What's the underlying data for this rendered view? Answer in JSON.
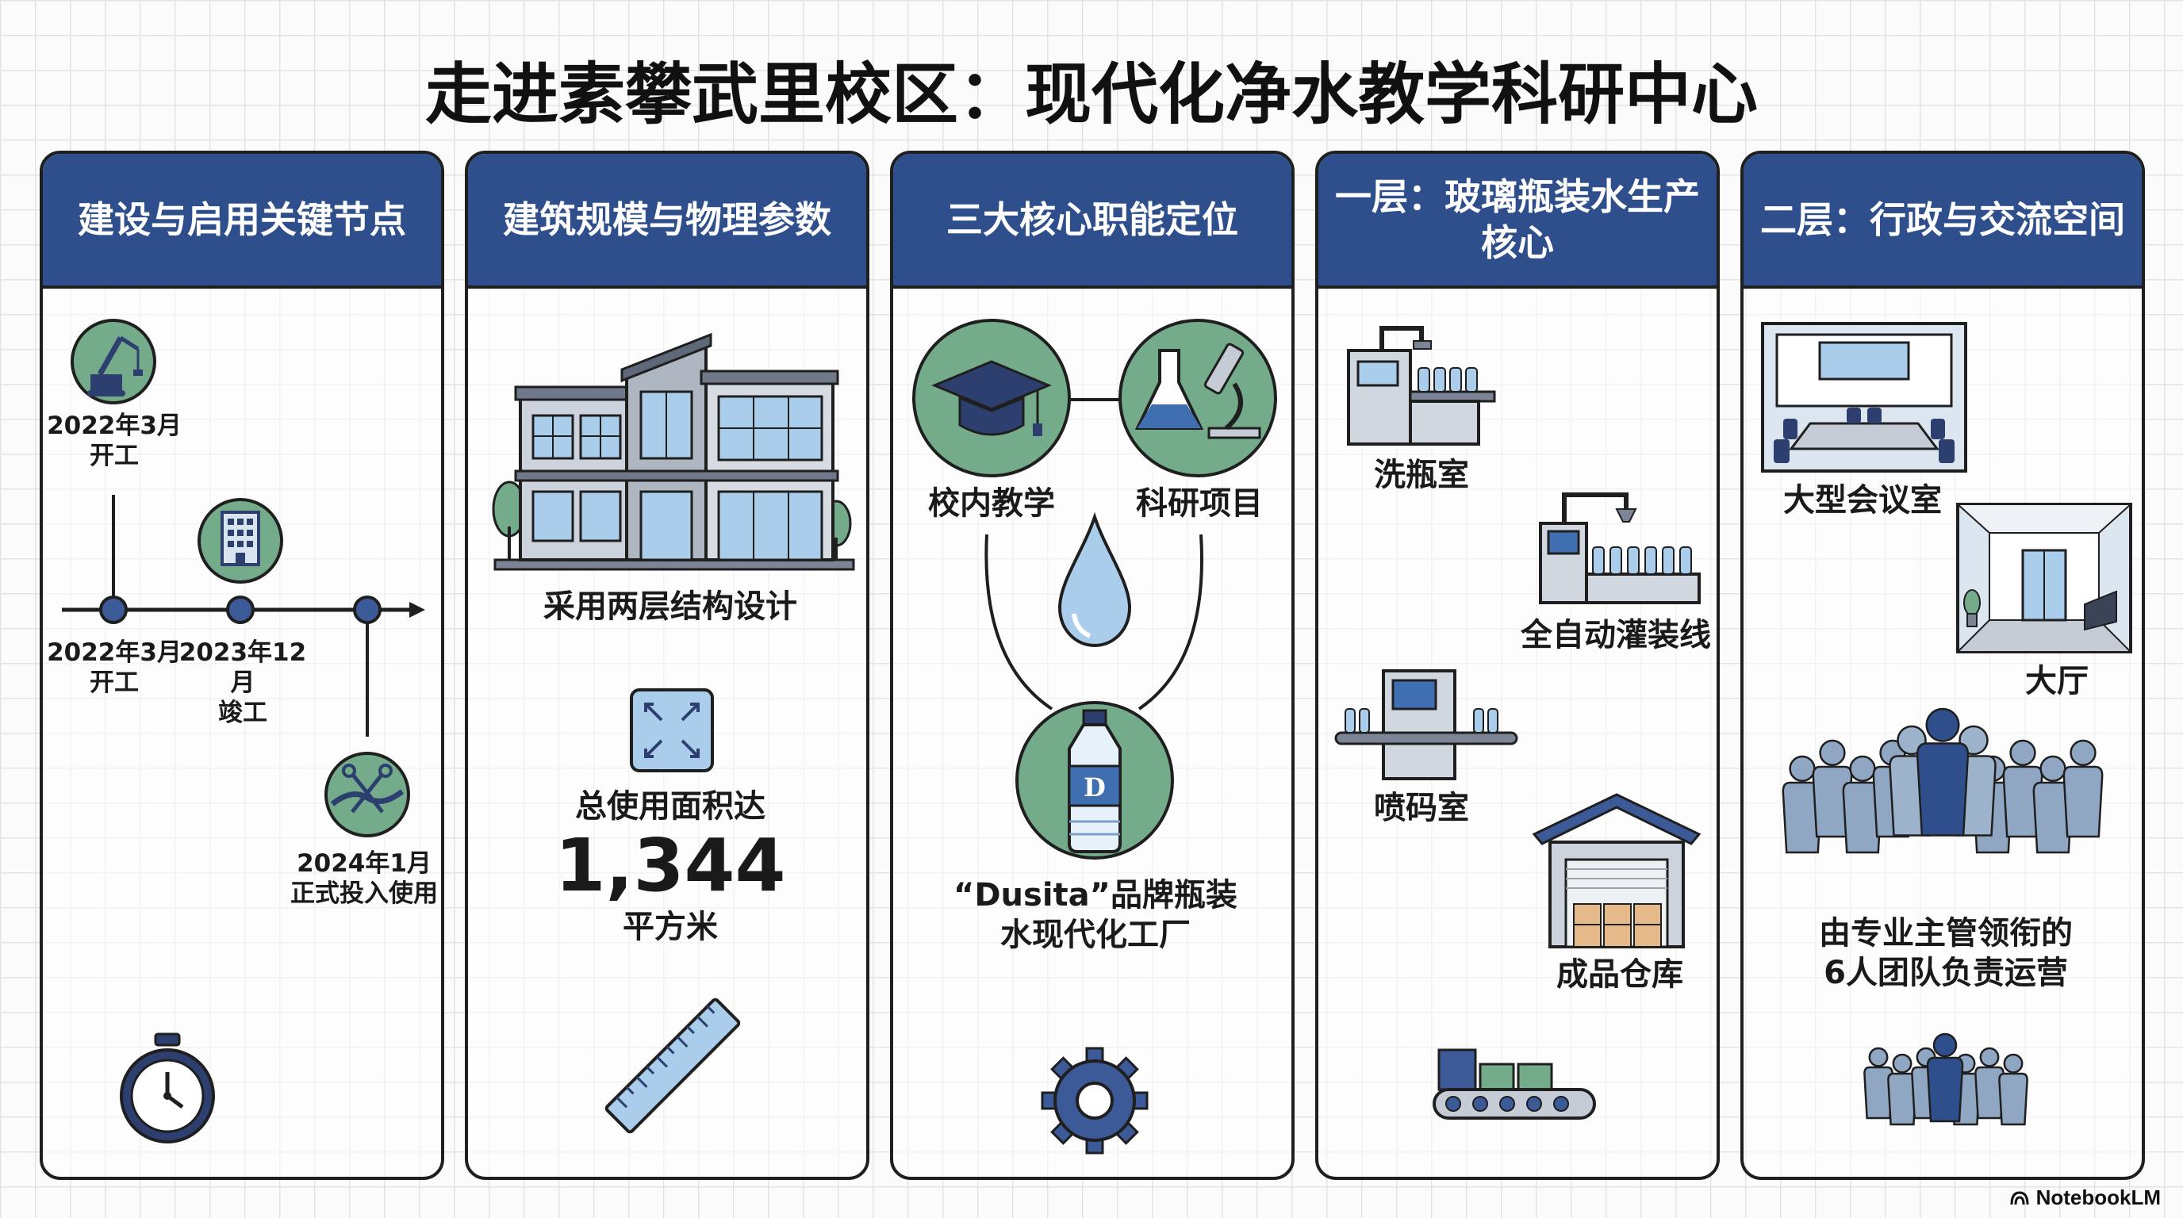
{
  "title": "走进素攀武里校区：现代化净水教学科研中心",
  "columns": {
    "c1": {
      "header": "建设与启用关键节点",
      "labels": {
        "start_top_date": "2022年3月",
        "start_top_text": "开工",
        "start_date": "2022年3月",
        "start_text": "开工",
        "complete_date": "2023年12月",
        "complete_text": "竣工",
        "open_date": "2024年1月",
        "open_text": "正式投入使用"
      }
    },
    "c2": {
      "header": "建筑规模与物理参数",
      "structure": "采用两层结构设计",
      "area_label": "总使用面积达",
      "area_value": "1,344",
      "area_unit": "平方米"
    },
    "c3": {
      "header": "三大核心职能定位",
      "teaching": "校内教学",
      "research": "科研项目",
      "factory_line1": "“Dusita”品牌瓶装",
      "factory_line2": "水现代化工厂",
      "bottle_letter": "D"
    },
    "c4": {
      "header_line1": "一层：玻璃瓶装水生产",
      "header_line2": "核心",
      "wash": "洗瓶室",
      "fill": "全自动灌装线",
      "code": "喷码室",
      "warehouse": "成品仓库"
    },
    "c5": {
      "header": "二层：行政与交流空间",
      "meeting": "大型会议室",
      "hall": "大厅",
      "team_line1": "由专业主管领衔的",
      "team_line2": "6人团队负责运营"
    }
  },
  "brand": "NotebookLM",
  "colors": {
    "header_blue": "#2f4f8c",
    "icon_green": "#74ab8a",
    "icon_blue": "#a9cdea",
    "dark_navy": "#2c3f6e"
  }
}
